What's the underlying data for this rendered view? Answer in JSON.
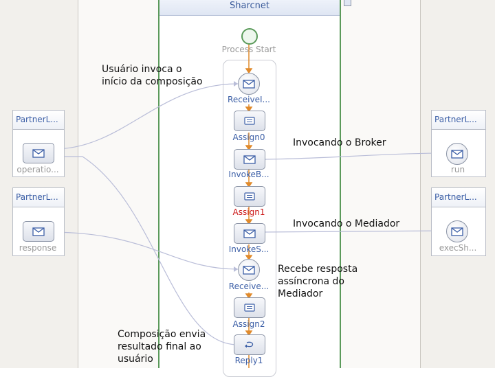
{
  "process_title": "Sharcnet",
  "process_start": "Process Start",
  "activities": [
    {
      "label": "ReceiveI...",
      "kind": "receive"
    },
    {
      "label": "Assign0",
      "kind": "assign"
    },
    {
      "label": "InvokeB...",
      "kind": "invoke"
    },
    {
      "label": "Assign1",
      "kind": "assign",
      "error": true
    },
    {
      "label": "InvokeS...",
      "kind": "invoke"
    },
    {
      "label": "Receive...",
      "kind": "receive"
    },
    {
      "label": "Assign2",
      "kind": "assign"
    },
    {
      "label": "Reply1",
      "kind": "reply"
    }
  ],
  "partner_links": {
    "left_top": {
      "title": "PartnerL...",
      "operation": "operatio..."
    },
    "left_bottom": {
      "title": "PartnerL...",
      "operation": "response"
    },
    "right_top": {
      "title": "PartnerL...",
      "operation": "run"
    },
    "right_bottom": {
      "title": "PartnerL...",
      "operation": "execSh..."
    }
  },
  "notes": {
    "invoke_start": [
      "Usuário invoca o",
      "início da composição"
    ],
    "invoke_broker": [
      "Invocando o Broker"
    ],
    "invoke_mediator": [
      "Invocando o Mediador"
    ],
    "async_response": [
      "Recebe resposta",
      "assíncrona do",
      "Mediador"
    ],
    "final_result": [
      "Composição envia",
      "resultado final ao",
      "usuário"
    ]
  },
  "colors": {
    "flow": "#e08a2c",
    "link": "#b9bdd8",
    "frame": "#5b9a5b",
    "label": "#3b5ea6",
    "error": "#cc1a1a"
  }
}
